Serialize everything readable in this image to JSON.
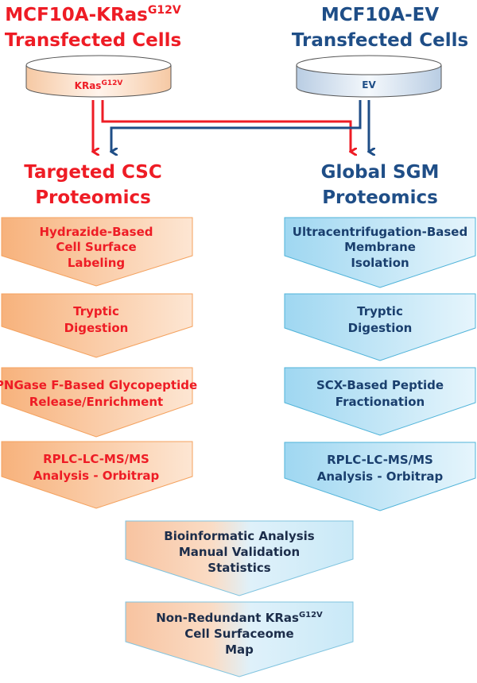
{
  "left_header": {
    "line1": "MCF10A-KRas",
    "line1_sup": "G12V",
    "line2": "Transfected Cells",
    "dish_label": "KRas",
    "dish_label_sup": "G12V",
    "color": "#ee1c25"
  },
  "right_header": {
    "line1": "MCF10A-EV",
    "line2": "Transfected Cells",
    "dish_label": "EV",
    "color": "#1f4e87"
  },
  "left_branch": {
    "title_line1": "Targeted CSC",
    "title_line2": "Proteomics",
    "steps": [
      {
        "lines": [
          "Hydrazide-Based",
          "Cell Surface",
          "Labeling"
        ]
      },
      {
        "lines": [
          "Tryptic",
          "Digestion"
        ]
      },
      {
        "lines": [
          "PNGase F-Based Glycopeptide",
          "Release/Enrichment"
        ]
      },
      {
        "lines": [
          "RPLC-LC-MS/MS",
          "Analysis - Orbitrap"
        ]
      }
    ],
    "fill_color": "#f7b98a",
    "border_color": "#f4a15d"
  },
  "right_branch": {
    "title_line1": "Global SGM",
    "title_line2": "Proteomics",
    "steps": [
      {
        "lines": [
          "Ultracentrifugation-Based",
          "Membrane",
          "Isolation"
        ]
      },
      {
        "lines": [
          "Tryptic",
          "Digestion"
        ]
      },
      {
        "lines": [
          "SCX-Based Peptide",
          "Fractionation"
        ]
      },
      {
        "lines": [
          "RPLC-LC-MS/MS",
          "Analysis - Orbitrap"
        ]
      }
    ],
    "fill_color": "#a9dcf3",
    "border_color": "#4fb3d9"
  },
  "merged_steps": [
    {
      "lines": [
        "Bioinformatic Analysis",
        "Manual Validation",
        "Statistics"
      ]
    },
    {
      "lines": [
        "Non-Redundant KRas",
        "Cell Surfaceome",
        "Map"
      ],
      "sup": "G12V"
    }
  ],
  "arrow_colors": {
    "red": "#ee1c25",
    "blue": "#1f4e87"
  }
}
